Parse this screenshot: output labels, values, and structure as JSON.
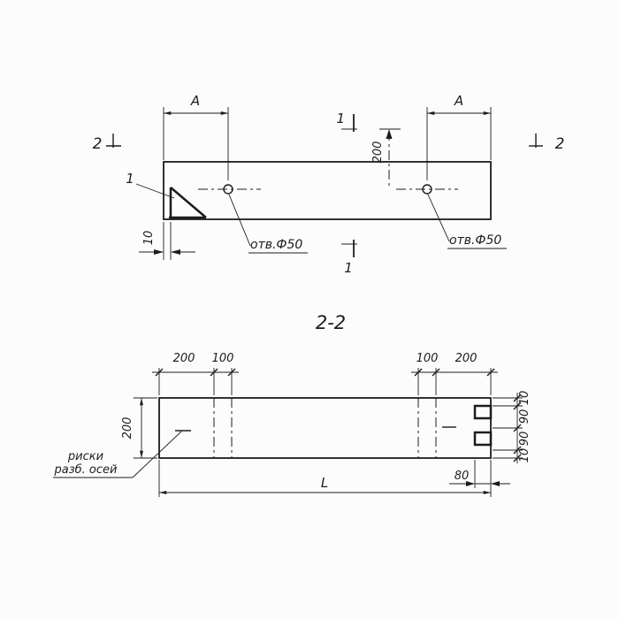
{
  "colors": {
    "ink": "#1c1c1c",
    "bg": "#fcfcfc"
  },
  "top_view": {
    "dim_a_left": "A",
    "dim_a_right": "A",
    "section_1_top": "1",
    "section_1_bottom": "1",
    "section_2_left": "2",
    "section_2_right": "2",
    "detail_callout": "1",
    "dim_200": "200",
    "dim_10": "10",
    "hole_left_label": "отв.Ф50",
    "hole_right_label": "отв.Ф50"
  },
  "section_title": "2-2",
  "bottom_view": {
    "dim_height_200": "200",
    "top_dims_left": {
      "d200": "200",
      "d100": "100"
    },
    "top_dims_right": {
      "d100": "100",
      "d200": "200"
    },
    "right_dims": {
      "top10": "10",
      "top90": "90",
      "bottom90": "90",
      "bottom10": "10"
    },
    "dim_80": "80",
    "dim_length": "L",
    "axis_label_line1": "риски",
    "axis_label_line2": "разб. осей"
  }
}
